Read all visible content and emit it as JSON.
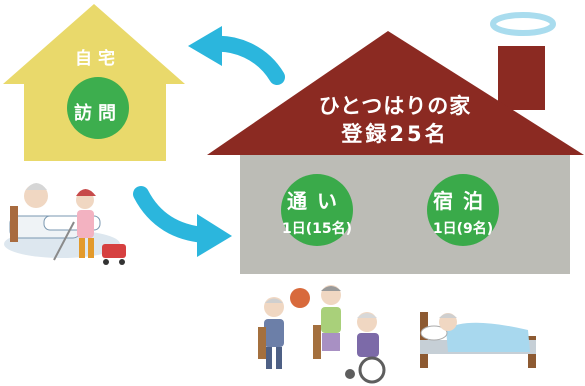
{
  "home": {
    "title": "自宅",
    "service": "訪問"
  },
  "group_home": {
    "name": "ひとつはりの家",
    "registration": "登録25名",
    "services": [
      {
        "name": "通い",
        "capacity": "1日(15名)"
      },
      {
        "name": "宿泊",
        "capacity": "1日(9名)"
      }
    ]
  },
  "colors": {
    "home_house": "#e9d96b",
    "home_circle": "#3dae4e",
    "roof": "#8b2a22",
    "house_body": "#bcbcb6",
    "service_circle": "#3aaa4a",
    "arrow": "#2bb6dd",
    "halo": "#a9dcee"
  },
  "icons": [
    "caregiver-illustration",
    "elderly-activity-illustration",
    "bed-illustration"
  ]
}
